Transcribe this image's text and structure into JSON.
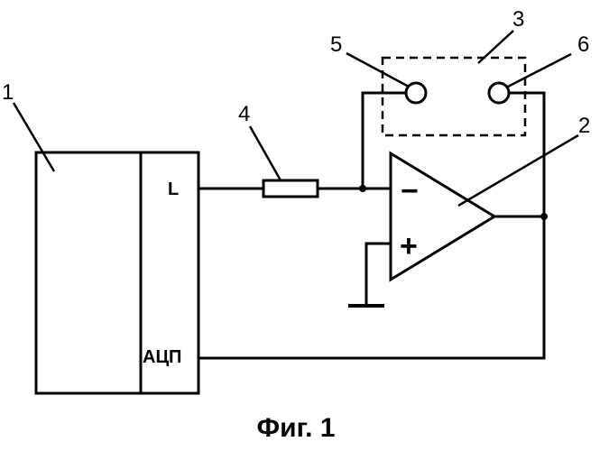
{
  "labels": {
    "adc_unit": "1",
    "op_amp": "2",
    "sensor_housing": "3",
    "resistor": "4",
    "electrode_left": "5",
    "electrode_right": "6"
  },
  "pins": {
    "l": "L",
    "adc": "АЦП"
  },
  "op_amp_signs": {
    "inverting": "−",
    "non_inverting": "+"
  },
  "caption": "Фиг. 1"
}
